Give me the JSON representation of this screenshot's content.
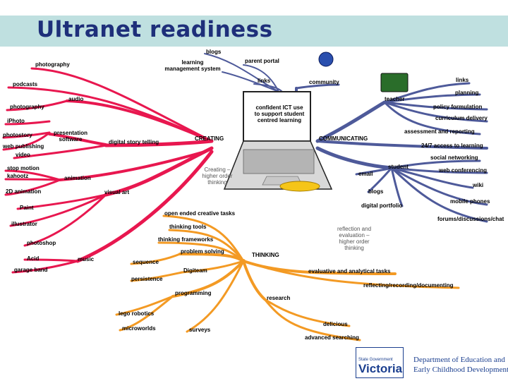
{
  "title": "Ultranet readiness",
  "center_label": "confident ICT use to support student centred learning",
  "hubs": {
    "creating": "CREATING",
    "communicating": "COMMUNICATING",
    "thinking": "THINKING"
  },
  "creating": {
    "photography_top": "photography",
    "podcasts": "podcasts",
    "audio": "audio",
    "photography": "photography",
    "iphoto": "iPhoto",
    "photostory": "photostory",
    "presentation_software": "presentation software",
    "web_publishing": "web publishing",
    "digital_story_telling": "digital story telling",
    "video": "video",
    "stop_motion": "stop motion",
    "kahootz": "kahootz",
    "animation": "animation",
    "animation_2d": "2D animation",
    "visual_art": "visual art",
    "paint": "Paint",
    "illustrator": "illustrator",
    "photoshop": "photoshop",
    "acid": "Acid",
    "music": "music",
    "garage_band": "garage band",
    "creating_note": "Creating – higher order thinking"
  },
  "communicating": {
    "blogs_top": "blogs",
    "lms": "learning management system",
    "parent_portal": "parent portal",
    "links_left": "links",
    "community": "community",
    "links_right": "links",
    "planning": "planning",
    "teacher": "teacher",
    "policy": "policy formulation",
    "curriculum": "curriculum delivery",
    "assessment": "assessment and reporting",
    "access": "24/7 access to learning",
    "social": "social networking",
    "student": "student",
    "email": "email",
    "web_conf": "web conferencing",
    "wiki": "wiki",
    "blogs": "blogs",
    "mobile": "mobile phones",
    "portfolio": "digital portfolio",
    "forums": "forums/discussions/chat",
    "reflection_note": "reflection and evaluation – higher order thinking"
  },
  "thinking": {
    "open_ended": "open ended creative tasks",
    "thinking_tools": "thinking tools",
    "frameworks": "thinking frameworks",
    "problem_solving": "problem solving",
    "sequence": "sequence",
    "digiteam": "Digiteam",
    "persistence": "persistence",
    "programming": "programming",
    "lego": "lego robotics",
    "microworlds": "microworlds",
    "surveys": "surveys",
    "evaluative": "evaluative and analytical tasks",
    "reflecting": "reflecting/recording/documenting",
    "research": "research",
    "delicious": "delicious",
    "advanced_search": "advanced searching"
  },
  "footer": {
    "logo_small": "State Government",
    "logo_big": "Victoria",
    "dept_line1": "Department of Education and",
    "dept_line2": "Early Childhood Development"
  },
  "colors": {
    "creating": "#e8174f",
    "communicating": "#4e5a9a",
    "thinking": "#f39a24",
    "title": "#1e2f7a",
    "title_bar": "#bfe0e0"
  }
}
